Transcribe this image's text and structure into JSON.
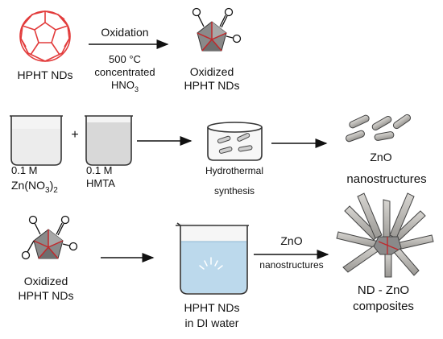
{
  "row1": {
    "reactant": "HPHT NDs",
    "arrow_top": "Oxidation",
    "arrow_bottom_1": "500 °C",
    "arrow_bottom_2": "concentrated",
    "arrow_bottom_3_main": "HNO",
    "arrow_bottom_3_sub": "3",
    "product_1": "Oxidized",
    "product_2": "HPHT NDs"
  },
  "row2": {
    "beaker1_conc": "0.1 M",
    "beaker1_formula_a": "Zn(NO",
    "beaker1_formula_sub": "3",
    "beaker1_formula_b": ")",
    "beaker1_formula_sub2": "2",
    "plus": "+",
    "beaker2_conc": "0.1 M",
    "beaker2_name": "HMTA",
    "reactor_1": "Hydrothermal",
    "reactor_2": "synthesis",
    "product_1": "ZnO",
    "product_2": "nanostructures"
  },
  "row3": {
    "reactant_1": "Oxidized",
    "reactant_2": "HPHT NDs",
    "beaker_1": "HPHT NDs",
    "beaker_2": "in DI water",
    "arrow_top": "ZnO",
    "arrow_bottom": "nanostructures",
    "product_1": "ND - ZnO",
    "product_2": "composites"
  },
  "colors": {
    "red": "#e23b3b",
    "crystal": "#b8b6b2",
    "water": "#bcd9ec",
    "ink": "#111111"
  }
}
